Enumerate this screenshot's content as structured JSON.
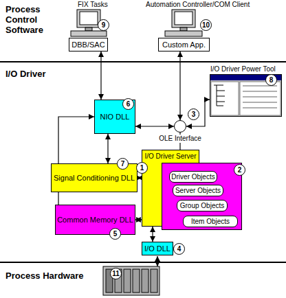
{
  "diagram": {
    "nodes": [
      {
        "text": [
          "DBB/SAC"
        ]
      },
      {
        "text": [
          "Custom App."
        ]
      },
      {
        "text": [
          "I/O Driver Power Tool"
        ]
      },
      {
        "text": [
          "NIO DLL"
        ]
      },
      {
        "text": [
          "OLE Interface"
        ]
      },
      {
        "text": [
          "I/O Driver Server"
        ]
      },
      {
        "text": [
          "2"
        ]
      },
      {
        "text": [
          "Driver Objects"
        ],
        "in": 6
      },
      {
        "text": [
          "Server Objects"
        ],
        "in": 6
      },
      {
        "text": [
          "Group Objects"
        ],
        "in": 6
      },
      {
        "text": [
          "Item Objects"
        ],
        "in": 6
      },
      {
        "text": [
          "Signal Conditioning DLL"
        ]
      },
      {
        "text": [
          "Common Memory DLL"
        ]
      },
      {
        "text": [
          "I/O DLL"
        ]
      }
    ],
    "edges": [
      {
        "from": 0,
        "to": 3,
        "arrow": "both"
      },
      {
        "from": 1,
        "to": 4,
        "arrow": "both"
      },
      {
        "from": 3,
        "to": 4,
        "arrow": "both"
      },
      {
        "from": 4,
        "to": 2,
        "arrow": "both"
      },
      {
        "from": 4,
        "to": 5,
        "arrow": "none"
      },
      {
        "from": 3,
        "to": 11,
        "arrow": "both"
      },
      {
        "from": 11,
        "to": 5,
        "arrow": "both"
      },
      {
        "from": 12,
        "to": 5,
        "arrow": "both"
      },
      {
        "from": 3,
        "to": 12,
        "arrow": "both"
      },
      {
        "from": 5,
        "to": 13,
        "arrow": "both"
      }
    ],
    "labels": [
      "Process Control Software",
      "I/O Driver",
      "Process Hardware",
      "FIX Tasks",
      "Automation Controller/COM Client",
      "1",
      "3",
      "4",
      "5",
      "6",
      "7",
      "8",
      "9",
      "10",
      "11"
    ]
  }
}
